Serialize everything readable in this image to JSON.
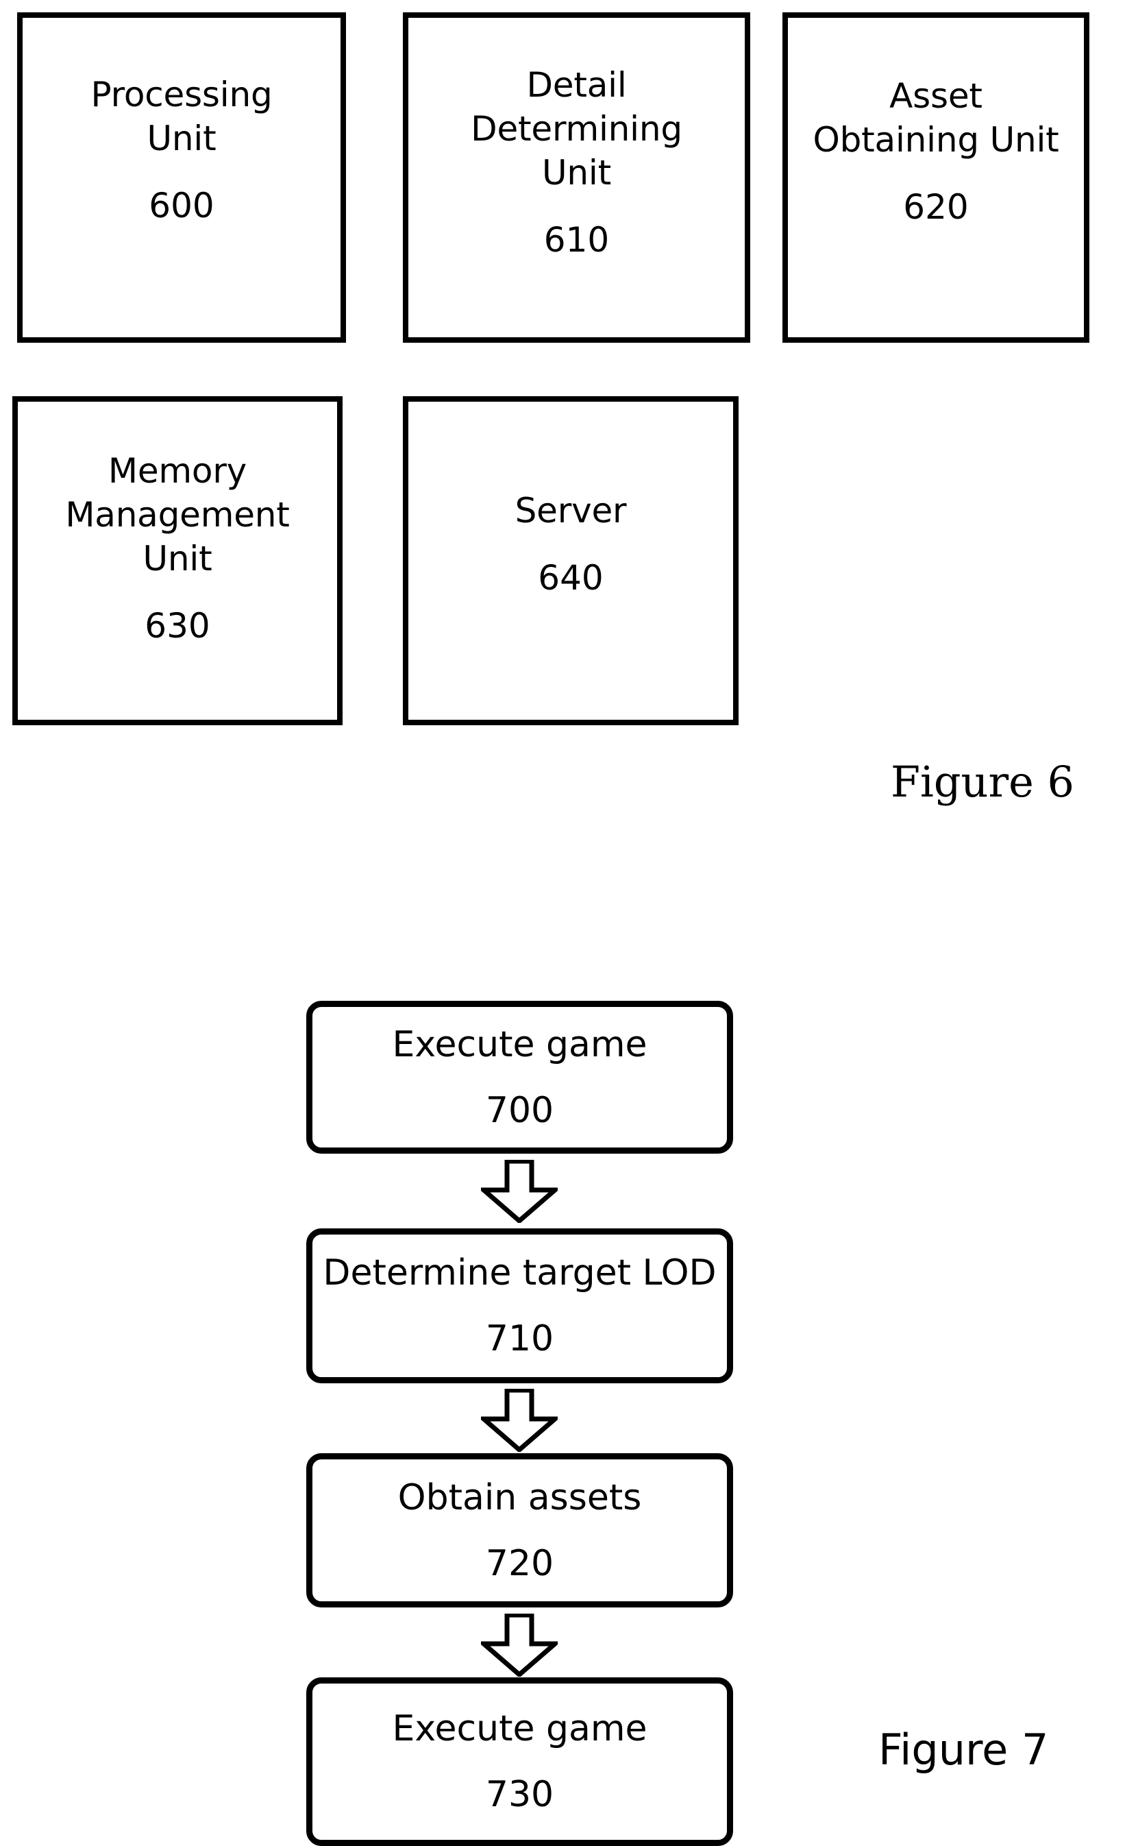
{
  "figure6": {
    "caption": "Figure 6",
    "boxes": [
      {
        "id": "600",
        "lines": [
          "Processing",
          "Unit"
        ],
        "ref": "600"
      },
      {
        "id": "610",
        "lines": [
          "Detail",
          "Determining",
          "Unit"
        ],
        "ref": "610"
      },
      {
        "id": "620",
        "lines": [
          "Asset",
          "Obtaining Unit"
        ],
        "ref": "620"
      },
      {
        "id": "630",
        "lines": [
          "Memory",
          "Management",
          "Unit"
        ],
        "ref": "630"
      },
      {
        "id": "640",
        "lines": [
          "Server"
        ],
        "ref": "640"
      }
    ]
  },
  "figure7": {
    "caption": "Figure 7",
    "steps": [
      {
        "id": "700",
        "label": "Execute game",
        "ref": "700"
      },
      {
        "id": "710",
        "label": "Determine target LOD",
        "ref": "710"
      },
      {
        "id": "720",
        "label": "Obtain assets",
        "ref": "720"
      },
      {
        "id": "730",
        "label": "Execute game",
        "ref": "730"
      }
    ],
    "connectors": [
      {
        "icon": "down-block-arrow-icon"
      },
      {
        "icon": "down-block-arrow-icon"
      },
      {
        "icon": "down-block-arrow-icon"
      }
    ]
  },
  "chart_data": {
    "type": "diagram",
    "title": "Figure 6 block diagram and Figure 7 process flowchart",
    "figure6_blocks": [
      {
        "name": "Processing Unit",
        "reference_numeral": "600"
      },
      {
        "name": "Detail Determining Unit",
        "reference_numeral": "610"
      },
      {
        "name": "Asset Obtaining Unit",
        "reference_numeral": "620"
      },
      {
        "name": "Memory Management Unit",
        "reference_numeral": "630"
      },
      {
        "name": "Server",
        "reference_numeral": "640"
      }
    ],
    "figure7_steps": [
      {
        "order": 1,
        "name": "Execute game",
        "reference_numeral": "700"
      },
      {
        "order": 2,
        "name": "Determine target LOD",
        "reference_numeral": "710"
      },
      {
        "order": 3,
        "name": "Obtain assets",
        "reference_numeral": "720"
      },
      {
        "order": 4,
        "name": "Execute game",
        "reference_numeral": "730"
      }
    ],
    "figure7_edges": [
      {
        "from": "700",
        "to": "710"
      },
      {
        "from": "710",
        "to": "720"
      },
      {
        "from": "720",
        "to": "730"
      }
    ],
    "colors": {
      "stroke": "#000000",
      "fill": "#ffffff"
    }
  }
}
